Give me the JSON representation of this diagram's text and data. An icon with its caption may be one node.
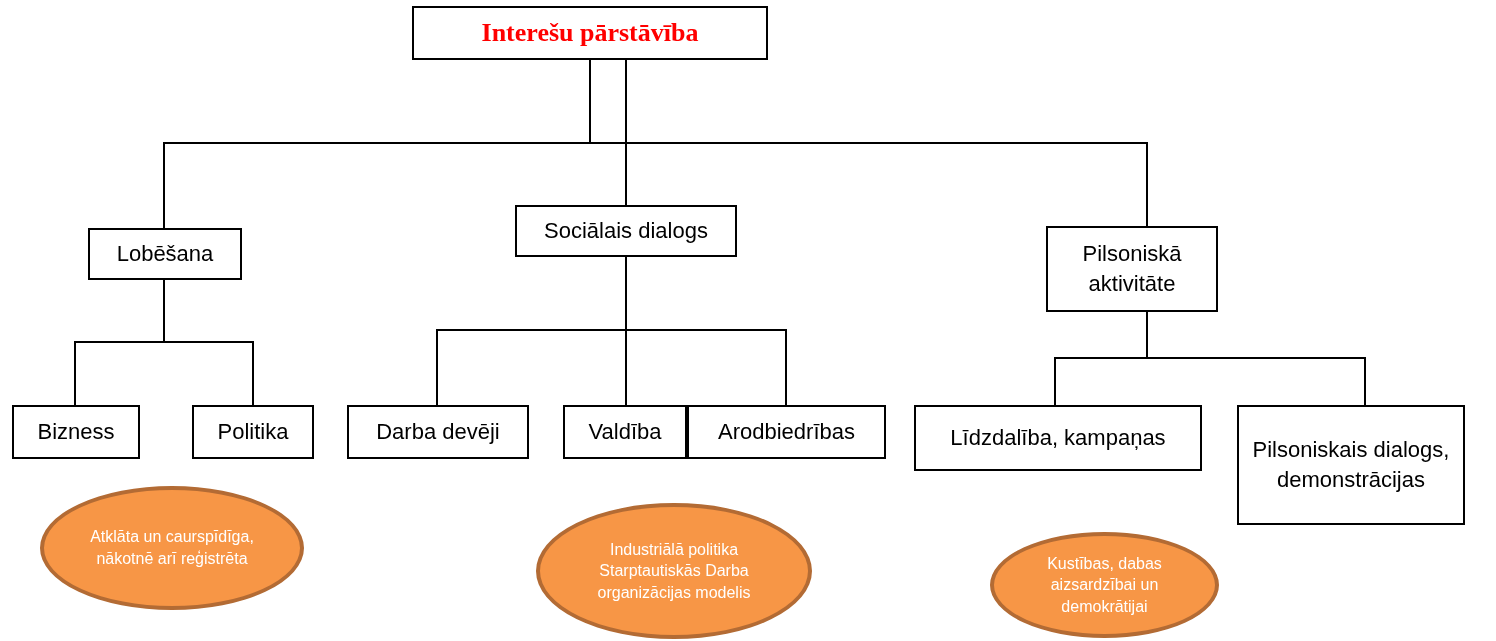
{
  "diagram": {
    "nodes": [
      {
        "text": [
          "Interešu pārstāvība"
        ]
      },
      {
        "text": [
          "Lobēšana"
        ]
      },
      {
        "text": [
          "Sociālais dialogs"
        ]
      },
      {
        "text": [
          "Pilsoniskā aktivitāte"
        ]
      },
      {
        "text": [
          "Bizness"
        ]
      },
      {
        "text": [
          "Politika"
        ]
      },
      {
        "text": [
          "Darba devēji"
        ]
      },
      {
        "text": [
          "Valdība"
        ]
      },
      {
        "text": [
          "Arodbiedrības"
        ]
      },
      {
        "text": [
          "Līdzdalība, kampaņas"
        ]
      },
      {
        "text": [
          "Pilsoniskais dialogs, demonstrācijas"
        ]
      },
      {
        "text": [
          "Atklāta un caurspīdīga, nākotnē arī reģistrēta"
        ]
      },
      {
        "text": [
          "Industriālā politika Starptautiskās Darba organizācijas modelis"
        ]
      },
      {
        "text": [
          "Kustības, dabas aizsardzībai un demokrātijai"
        ]
      }
    ],
    "edges": [
      {
        "from": 0,
        "to": 1,
        "arrow": "none"
      },
      {
        "from": 0,
        "to": 2,
        "arrow": "none"
      },
      {
        "from": 0,
        "to": 3,
        "arrow": "none"
      },
      {
        "from": 1,
        "to": 4,
        "arrow": "none"
      },
      {
        "from": 1,
        "to": 5,
        "arrow": "none"
      },
      {
        "from": 2,
        "to": 6,
        "arrow": "none"
      },
      {
        "from": 2,
        "to": 7,
        "arrow": "none"
      },
      {
        "from": 2,
        "to": 8,
        "arrow": "none"
      },
      {
        "from": 3,
        "to": 9,
        "arrow": "none"
      },
      {
        "from": 3,
        "to": 10,
        "arrow": "none"
      }
    ]
  }
}
